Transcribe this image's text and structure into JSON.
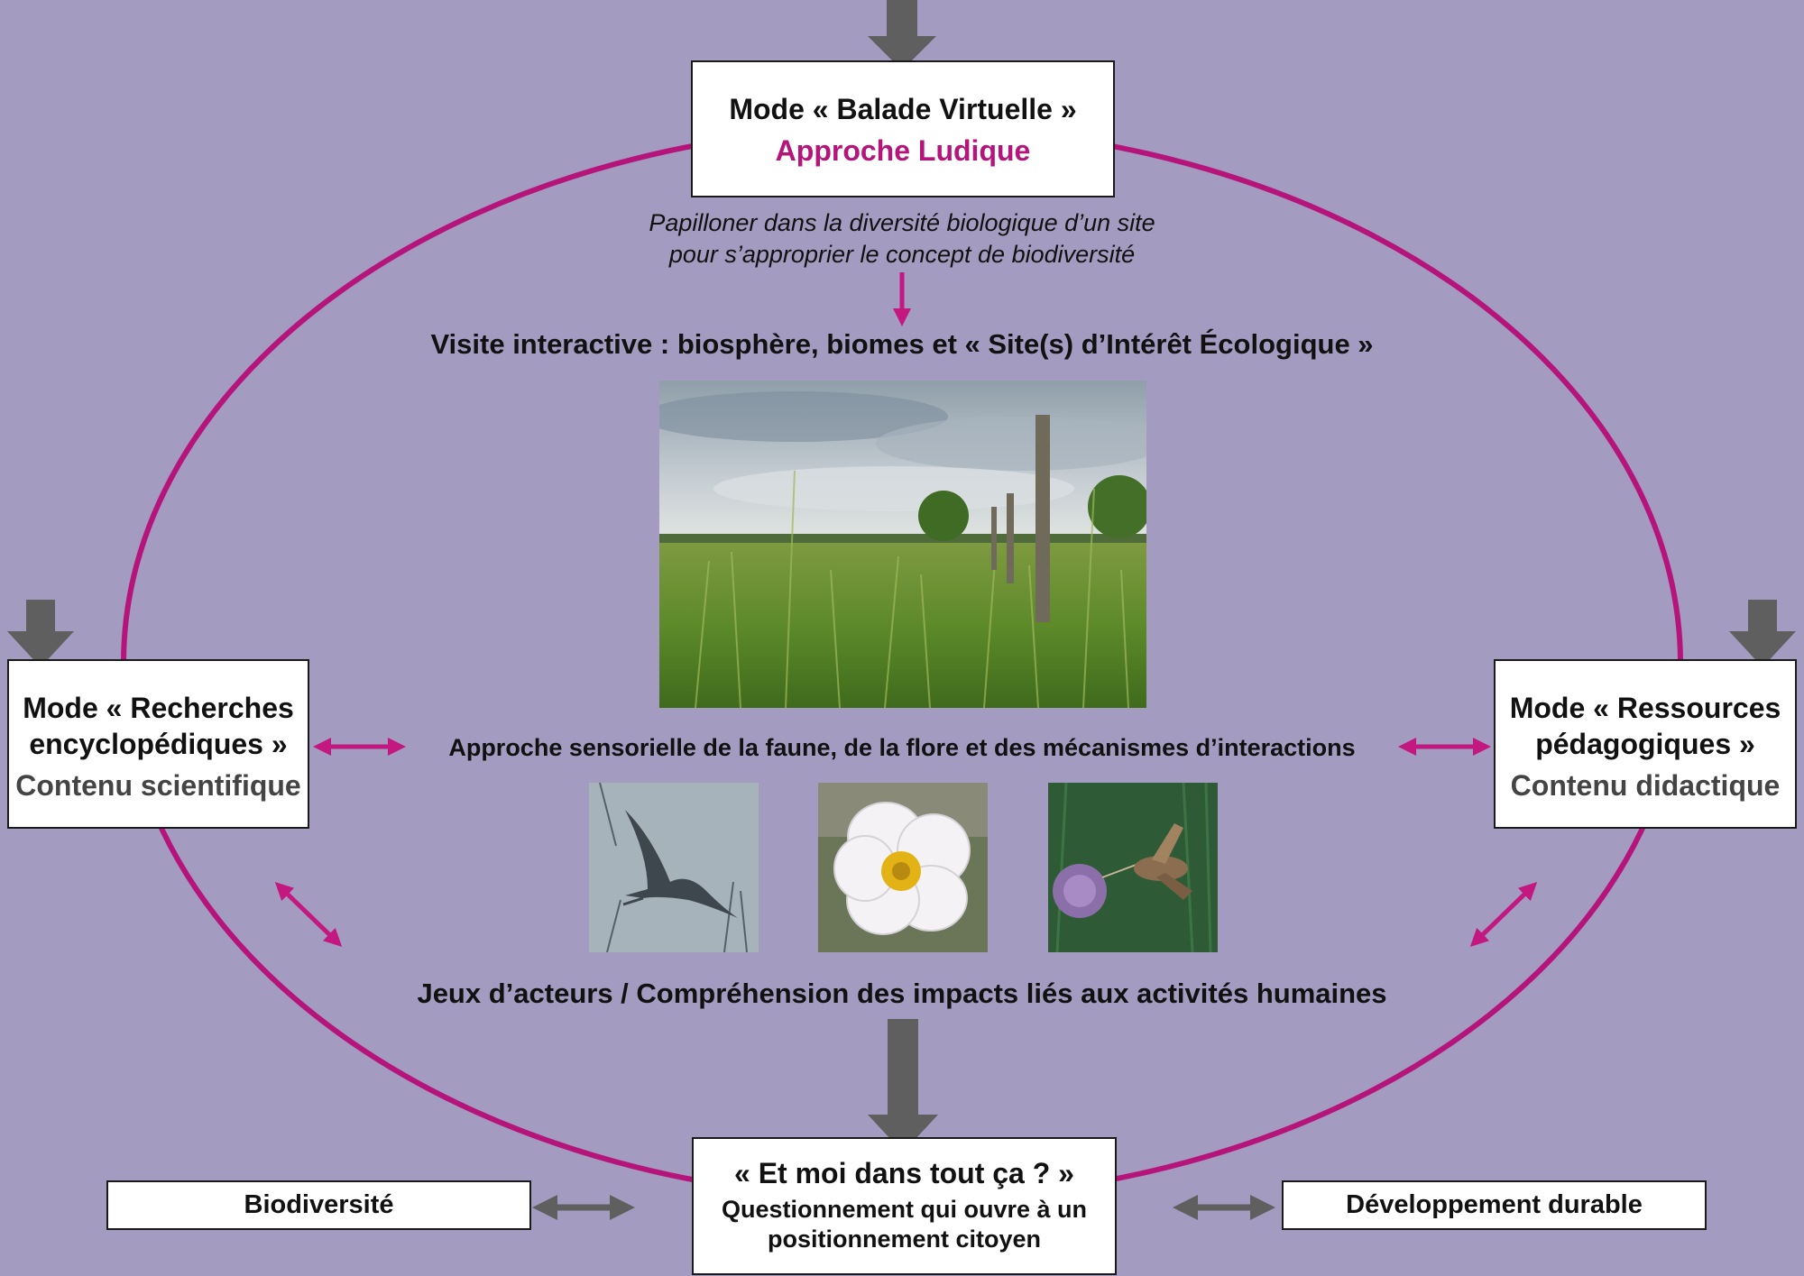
{
  "colors": {
    "background": "#a49bc1",
    "ring": "#b5157a",
    "accent_text": "#b5157a",
    "grey_arrow": "#5f5f5f",
    "secondary_text": "#444444"
  },
  "top_box": {
    "title": "Mode « Balade Virtuelle »",
    "subtitle": "Approche Ludique"
  },
  "top_caption": {
    "line1": "Papilloner dans la diversité biologique d’un site",
    "line2": "pour s’approprier le concept de biodiversité"
  },
  "visit_heading": "Visite interactive : biosphère, biomes et « Site(s) d’Intérêt  Écologique »",
  "left_box": {
    "line1": "Mode « Recherches",
    "line2": "encyclopédiques »",
    "subtitle": "Contenu scientifique"
  },
  "right_box": {
    "line1": "Mode « Ressources",
    "line2": "pédagogiques »",
    "subtitle": "Contenu didactique"
  },
  "sensory_line": "Approche sensorielle de la faune, de la flore et des mécanismes d’interactions",
  "actors_line": "Jeux d’acteurs / Compréhension des impacts liés aux activités humaines",
  "bottom_box": {
    "title": "« Et moi dans tout ça ? »",
    "line1": "Questionnement qui ouvre à un",
    "line2": "positionnement citoyen"
  },
  "biodiversity_box": "Biodiversité",
  "sustainable_box": "Développement durable",
  "photos": [
    "grassland-photo",
    "heron-photo",
    "flower-photo",
    "hawkmoth-photo"
  ]
}
